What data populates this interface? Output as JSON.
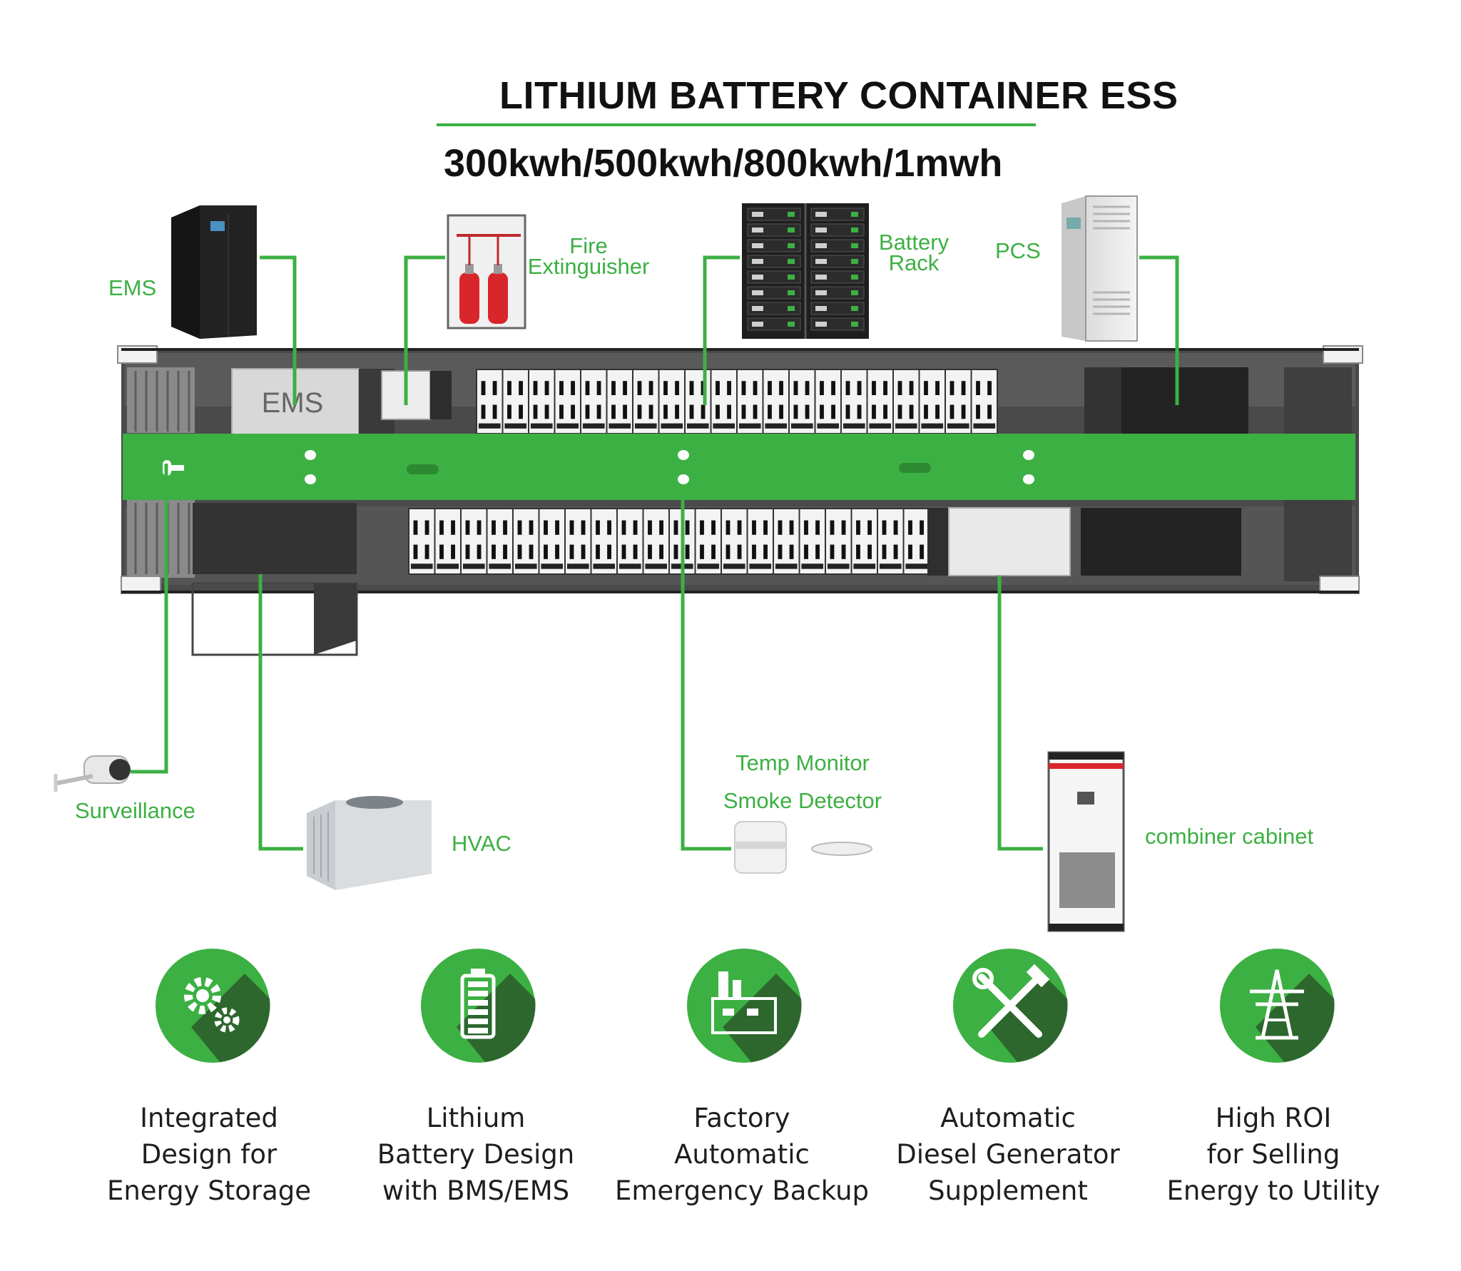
{
  "title": "LITHIUM BATTERY CONTAINER ESS",
  "subtitle": "300kwh/500kwh/800kwh/1mwh",
  "accent_color": "#3cb043",
  "container": {
    "ems_panel_label": "EMS"
  },
  "components": {
    "ems": "EMS",
    "fire_extinguisher": [
      "Fire",
      "Extinguisher"
    ],
    "battery_rack": [
      "Battery",
      "Rack"
    ],
    "pcs": "PCS",
    "surveillance": "Surveillance",
    "hvac": "HVAC",
    "temp_monitor": "Temp Monitor",
    "smoke_detector": "Smoke Detector",
    "combiner_cabinet": "combiner cabinet"
  },
  "features": [
    {
      "icon": "gears-icon",
      "lines": [
        "Integrated",
        "Design for",
        "Energy Storage"
      ]
    },
    {
      "icon": "battery-icon",
      "lines": [
        "Lithium",
        "Battery Design",
        "with BMS/EMS"
      ]
    },
    {
      "icon": "factory-icon",
      "lines": [
        "Factory",
        "Automatic",
        "Emergency Backup"
      ]
    },
    {
      "icon": "tools-icon",
      "lines": [
        "Automatic",
        "Diesel Generator",
        "Supplement"
      ]
    },
    {
      "icon": "power-tower-icon",
      "lines": [
        "High ROI",
        "for Selling",
        "Energy to Utility"
      ]
    }
  ]
}
